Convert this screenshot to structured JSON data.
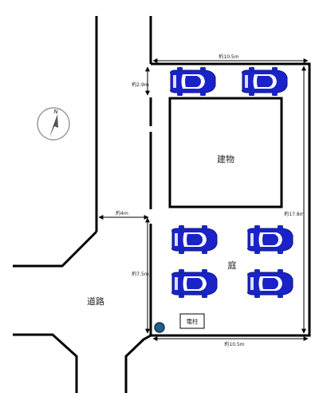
{
  "compass": {
    "north_label": "N"
  },
  "labels": {
    "width_top": "約10.5m",
    "width_bottom": "約10.5m",
    "depth_right": "約17.8m",
    "setback_top": "約2.9m",
    "setback_bottom": "約7.5m",
    "road_width": "約4m",
    "building": "建物",
    "garden": "庭",
    "road": "道路",
    "pole": "電柱"
  },
  "colors": {
    "car": "#1a23c8",
    "car_window": "#ffffff",
    "pole": "#1f5f8b",
    "lines": "#000000"
  },
  "cars": [
    {
      "id": "car-top-left"
    },
    {
      "id": "car-top-right"
    },
    {
      "id": "car-mid-left"
    },
    {
      "id": "car-mid-right"
    },
    {
      "id": "car-bottom-left"
    },
    {
      "id": "car-bottom-right"
    }
  ]
}
